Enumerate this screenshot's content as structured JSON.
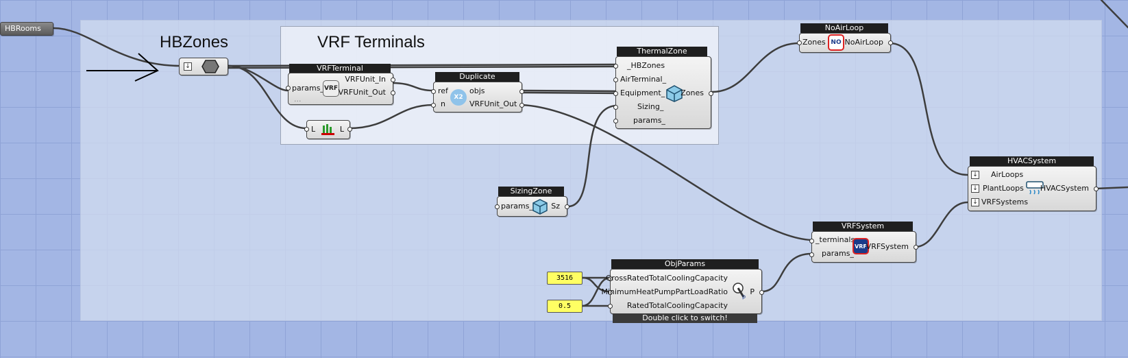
{
  "groups": {
    "hbzones_title": "HBZones",
    "vrf_title": "VRF Terminals"
  },
  "hbrooms": {
    "label": "HBRooms"
  },
  "vrfterminal": {
    "title": "VRFTerminal",
    "input": "params_",
    "outputs": [
      "VRFUnit_In",
      "VRFUnit_Out"
    ],
    "more": "..."
  },
  "length": {
    "input": "L",
    "output": "L"
  },
  "duplicate": {
    "title": "Duplicate",
    "inputs": [
      "ref",
      "n"
    ],
    "outputs": [
      "objs",
      "VRFUnit_Out"
    ],
    "icon_text": "X2"
  },
  "thermalzone": {
    "title": "ThermalZone",
    "inputs": [
      "_HBZones",
      "AirTerminal_",
      "Equipment_",
      "Sizing_",
      "params_"
    ],
    "output": "Zones"
  },
  "noairloop": {
    "title": "NoAirLoop",
    "input": "Zones",
    "output": "NoAirLoop",
    "icon_text": "NO"
  },
  "sizingzone": {
    "title": "SizingZone",
    "input": "params_",
    "output": "Sz"
  },
  "hvacsystem": {
    "title": "HVACSystem",
    "inputs": [
      "AirLoops",
      "PlantLoops",
      "VRFSystems"
    ],
    "output": "HVACSystem"
  },
  "vrfsystem": {
    "title": "VRFSystem",
    "inputs": [
      "_terminals",
      "params_"
    ],
    "output": "VRFSystem",
    "icon_text": "VRF"
  },
  "objparams": {
    "title": "ObjParams",
    "inputs": [
      "GrossRatedTotalCoolingCapacity",
      "MinimumHeatPumpPartLoadRatio",
      "RatedTotalCoolingCapacity"
    ],
    "output": "P",
    "footer": "Double click to switch!"
  },
  "panels": {
    "value1": "3516",
    "value2": "0.5"
  },
  "colors": {
    "canvas": "#a3b6e4",
    "panel": "#ffff63",
    "header": "#1f1f1f",
    "wire": "#3d3d3d"
  }
}
